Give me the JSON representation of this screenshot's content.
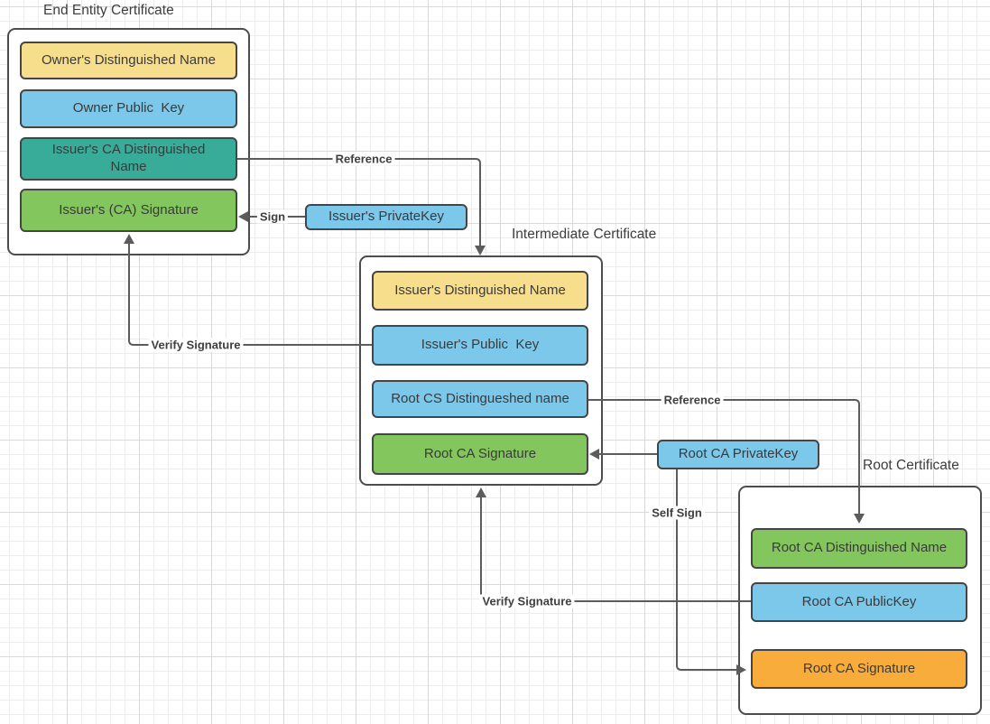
{
  "diagram": {
    "certificates": [
      {
        "title": "End Entity Certificate",
        "fields": [
          {
            "label": "Owner's Distinguished Name",
            "fill": "#F7DE8D"
          },
          {
            "label": "Owner Public  Key",
            "fill": "#7CC8EB"
          },
          {
            "label": "Issuer's CA Distinguished\nName",
            "fill": "#38AC99"
          },
          {
            "label": "Issuer's (CA) Signature",
            "fill": "#83C65D"
          }
        ]
      },
      {
        "title": "Intermediate Certificate",
        "fields": [
          {
            "label": "Issuer's Distinguished Name",
            "fill": "#F7DE8D"
          },
          {
            "label": "Issuer's Public  Key",
            "fill": "#7CC8EB"
          },
          {
            "label": "Root CS Distingueshed name",
            "fill": "#7CC8EB"
          },
          {
            "label": "Root CA Signature",
            "fill": "#83C65D"
          }
        ]
      },
      {
        "title": "Root Certificate",
        "fields": [
          {
            "label": "Root CA Distinguished Name",
            "fill": "#83C65D"
          },
          {
            "label": "Root CA PublicKey",
            "fill": "#7CC8EB"
          },
          {
            "label": "Root CA Signature",
            "fill": "#F7AC3B"
          }
        ]
      }
    ],
    "keys": [
      {
        "label": "Issuer's PrivateKey",
        "fill": "#7CC8EB"
      },
      {
        "label": "Root CA PrivateKey",
        "fill": "#7CC8EB"
      }
    ],
    "connectors": [
      {
        "name": "reference-top",
        "label": "Reference"
      },
      {
        "name": "sign",
        "label": "Sign"
      },
      {
        "name": "verify-signature-left",
        "label": "Verify Signature"
      },
      {
        "name": "reference-middle",
        "label": "Reference"
      },
      {
        "name": "root-ca-sign",
        "label": ""
      },
      {
        "name": "self-sign",
        "label": "Self Sign"
      },
      {
        "name": "verify-signature-bottom",
        "label": "Verify Signature"
      }
    ],
    "colors": {
      "line": "#5c5c5c",
      "border": "#4a4a4a",
      "grid_minor": "#ececec",
      "grid_major": "#d9d9d9",
      "text": "#3a3a3a",
      "yellow": "#F7DE8D",
      "blue": "#7CC8EB",
      "teal": "#38AC99",
      "green": "#83C65D",
      "orange": "#F7AC3B"
    }
  }
}
